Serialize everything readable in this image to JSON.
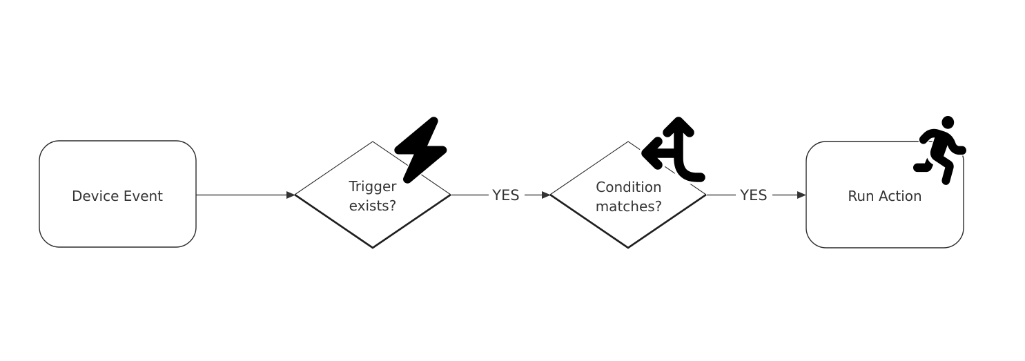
{
  "diagram": {
    "type": "flowchart",
    "orientation": "left-to-right",
    "background_color": "#ffffff",
    "node_fill_color": "#ffffff",
    "node_border_color": "#2a2a2a",
    "diamond_shadow_edge_color": "#1f1f1f",
    "connector_color": "#4d4d4d",
    "arrowhead_color": "#333333",
    "text_color": "#333333",
    "icon_color": "#000000",
    "nodes": [
      {
        "id": "device-event",
        "shape": "rounded-rectangle",
        "label": "Device Event",
        "icon": ""
      },
      {
        "id": "trigger-exists",
        "shape": "diamond",
        "label": "Trigger exists?",
        "label_line1": "Trigger",
        "label_line2": "exists?",
        "icon": "lightning-bolt-icon"
      },
      {
        "id": "condition-matches",
        "shape": "diamond",
        "label": "Condition matches?",
        "label_line1": "Condition",
        "label_line2": "matches?",
        "icon": "split-arrows-icon"
      },
      {
        "id": "run-action",
        "shape": "rounded-rectangle",
        "label": "Run Action",
        "icon": "person-running-icon"
      }
    ],
    "edges": [
      {
        "from": "device-event",
        "to": "trigger-exists",
        "label": ""
      },
      {
        "from": "trigger-exists",
        "to": "condition-matches",
        "label": "YES"
      },
      {
        "from": "condition-matches",
        "to": "run-action",
        "label": "YES"
      }
    ]
  }
}
